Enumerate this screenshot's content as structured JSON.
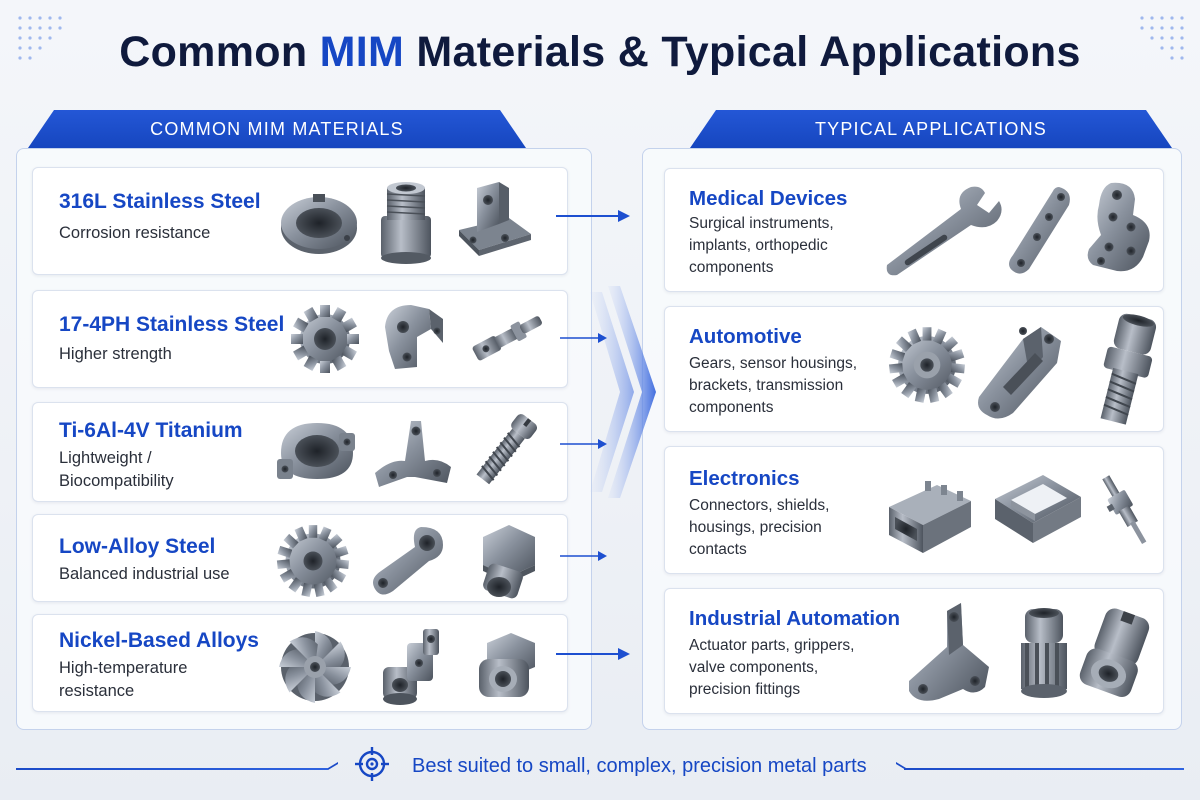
{
  "title": {
    "prefix": "Common ",
    "accent": "MIM",
    "suffix": " Materials & Typical Applications"
  },
  "left_panel": {
    "header": "COMMON MIM MATERIALS",
    "materials": [
      {
        "name": "316L Stainless Steel",
        "desc": "Corrosion resistance"
      },
      {
        "name": "17-4PH Stainless Steel",
        "desc": "Higher strength"
      },
      {
        "name": "Ti-6Al-4V Titanium",
        "desc": "Lightweight /\nBiocompatibility"
      },
      {
        "name": "Low-Alloy Steel",
        "desc": "Balanced industrial use"
      },
      {
        "name": "Nickel-Based Alloys",
        "desc": "High-temperature\nresistance"
      }
    ]
  },
  "right_panel": {
    "header": "TYPICAL APPLICATIONS",
    "applications": [
      {
        "name": "Medical Devices",
        "desc": "Surgical instruments,\nimplants, orthopedic\ncomponents"
      },
      {
        "name": "Automotive",
        "desc": "Gears, sensor housings,\nbrackets, transmission\ncomponents"
      },
      {
        "name": "Electronics",
        "desc": "Connectors, shields,\nhousings, precision\ncontacts"
      },
      {
        "name": "Industrial Automation",
        "desc": "Actuator parts, grippers,\nvalve components,\nprecision fittings"
      }
    ]
  },
  "footer": {
    "text": "Best suited to small, complex, precision metal parts"
  },
  "colors": {
    "accent": "#1647c4",
    "title": "#0f1a3d",
    "metal": "#7d8593"
  }
}
